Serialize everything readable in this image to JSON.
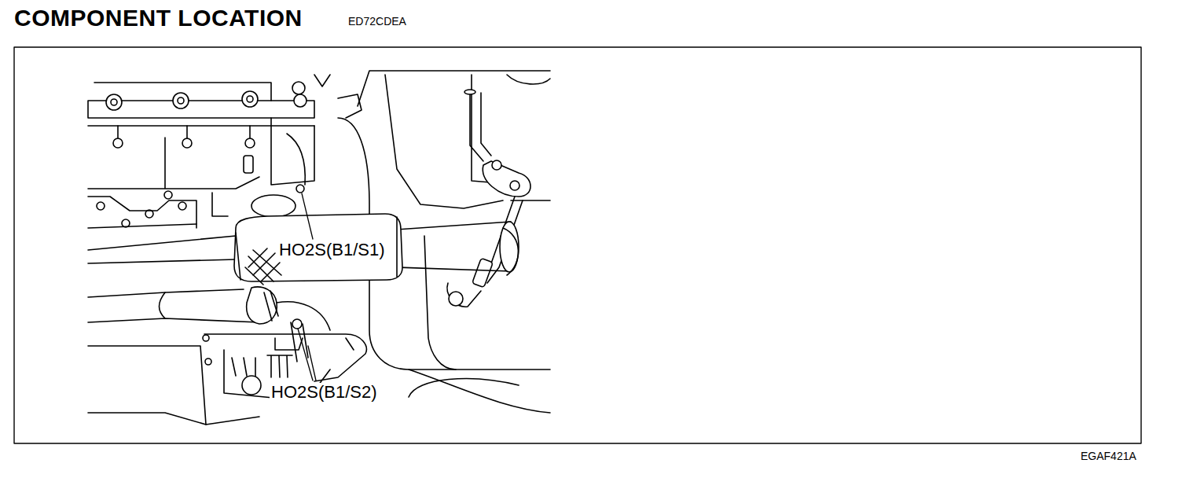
{
  "diagram": {
    "title": "COMPONENT LOCATION",
    "labels": [
      "ED72CDEA",
      "HO2S(B1/S1)",
      "HO2S(B1/S2)",
      "EGAF421A"
    ]
  }
}
